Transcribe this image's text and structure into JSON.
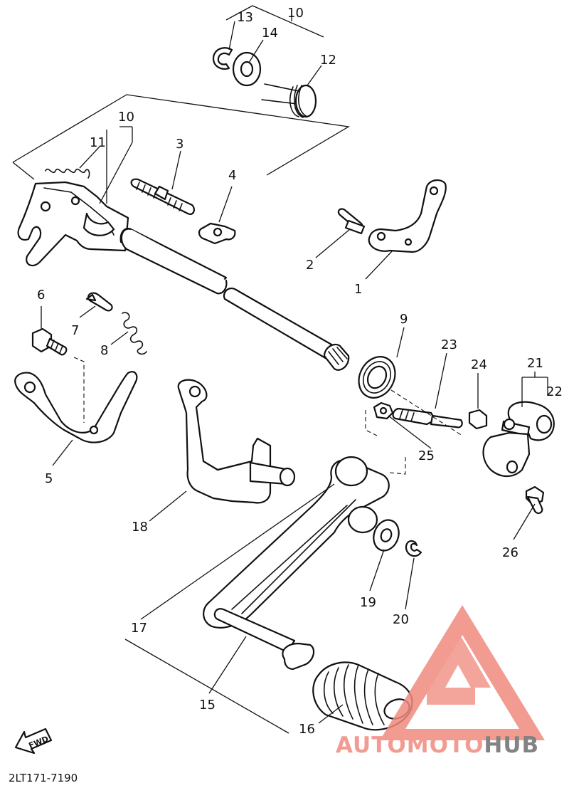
{
  "diagram_code": "2LT171-7190",
  "fwd_label": "FWD",
  "watermark": {
    "part1": "AUTO",
    "part2": "MOTO",
    "part3": "HUB",
    "color_accent": "#f08a7e",
    "color_dark": "#6e6e6e"
  },
  "callouts": {
    "c1": "1",
    "c2": "2",
    "c3": "3",
    "c4": "4",
    "c5": "5",
    "c6": "6",
    "c7": "7",
    "c8": "8",
    "c9": "9",
    "c10a": "10",
    "c10b": "10",
    "c11": "11",
    "c12": "12",
    "c13": "13",
    "c14": "14",
    "c15": "15",
    "c16": "16",
    "c17": "17",
    "c18": "18",
    "c19": "19",
    "c20": "20",
    "c21": "21",
    "c22": "22",
    "c23": "23",
    "c24": "24",
    "c25": "25",
    "c26": "26"
  }
}
